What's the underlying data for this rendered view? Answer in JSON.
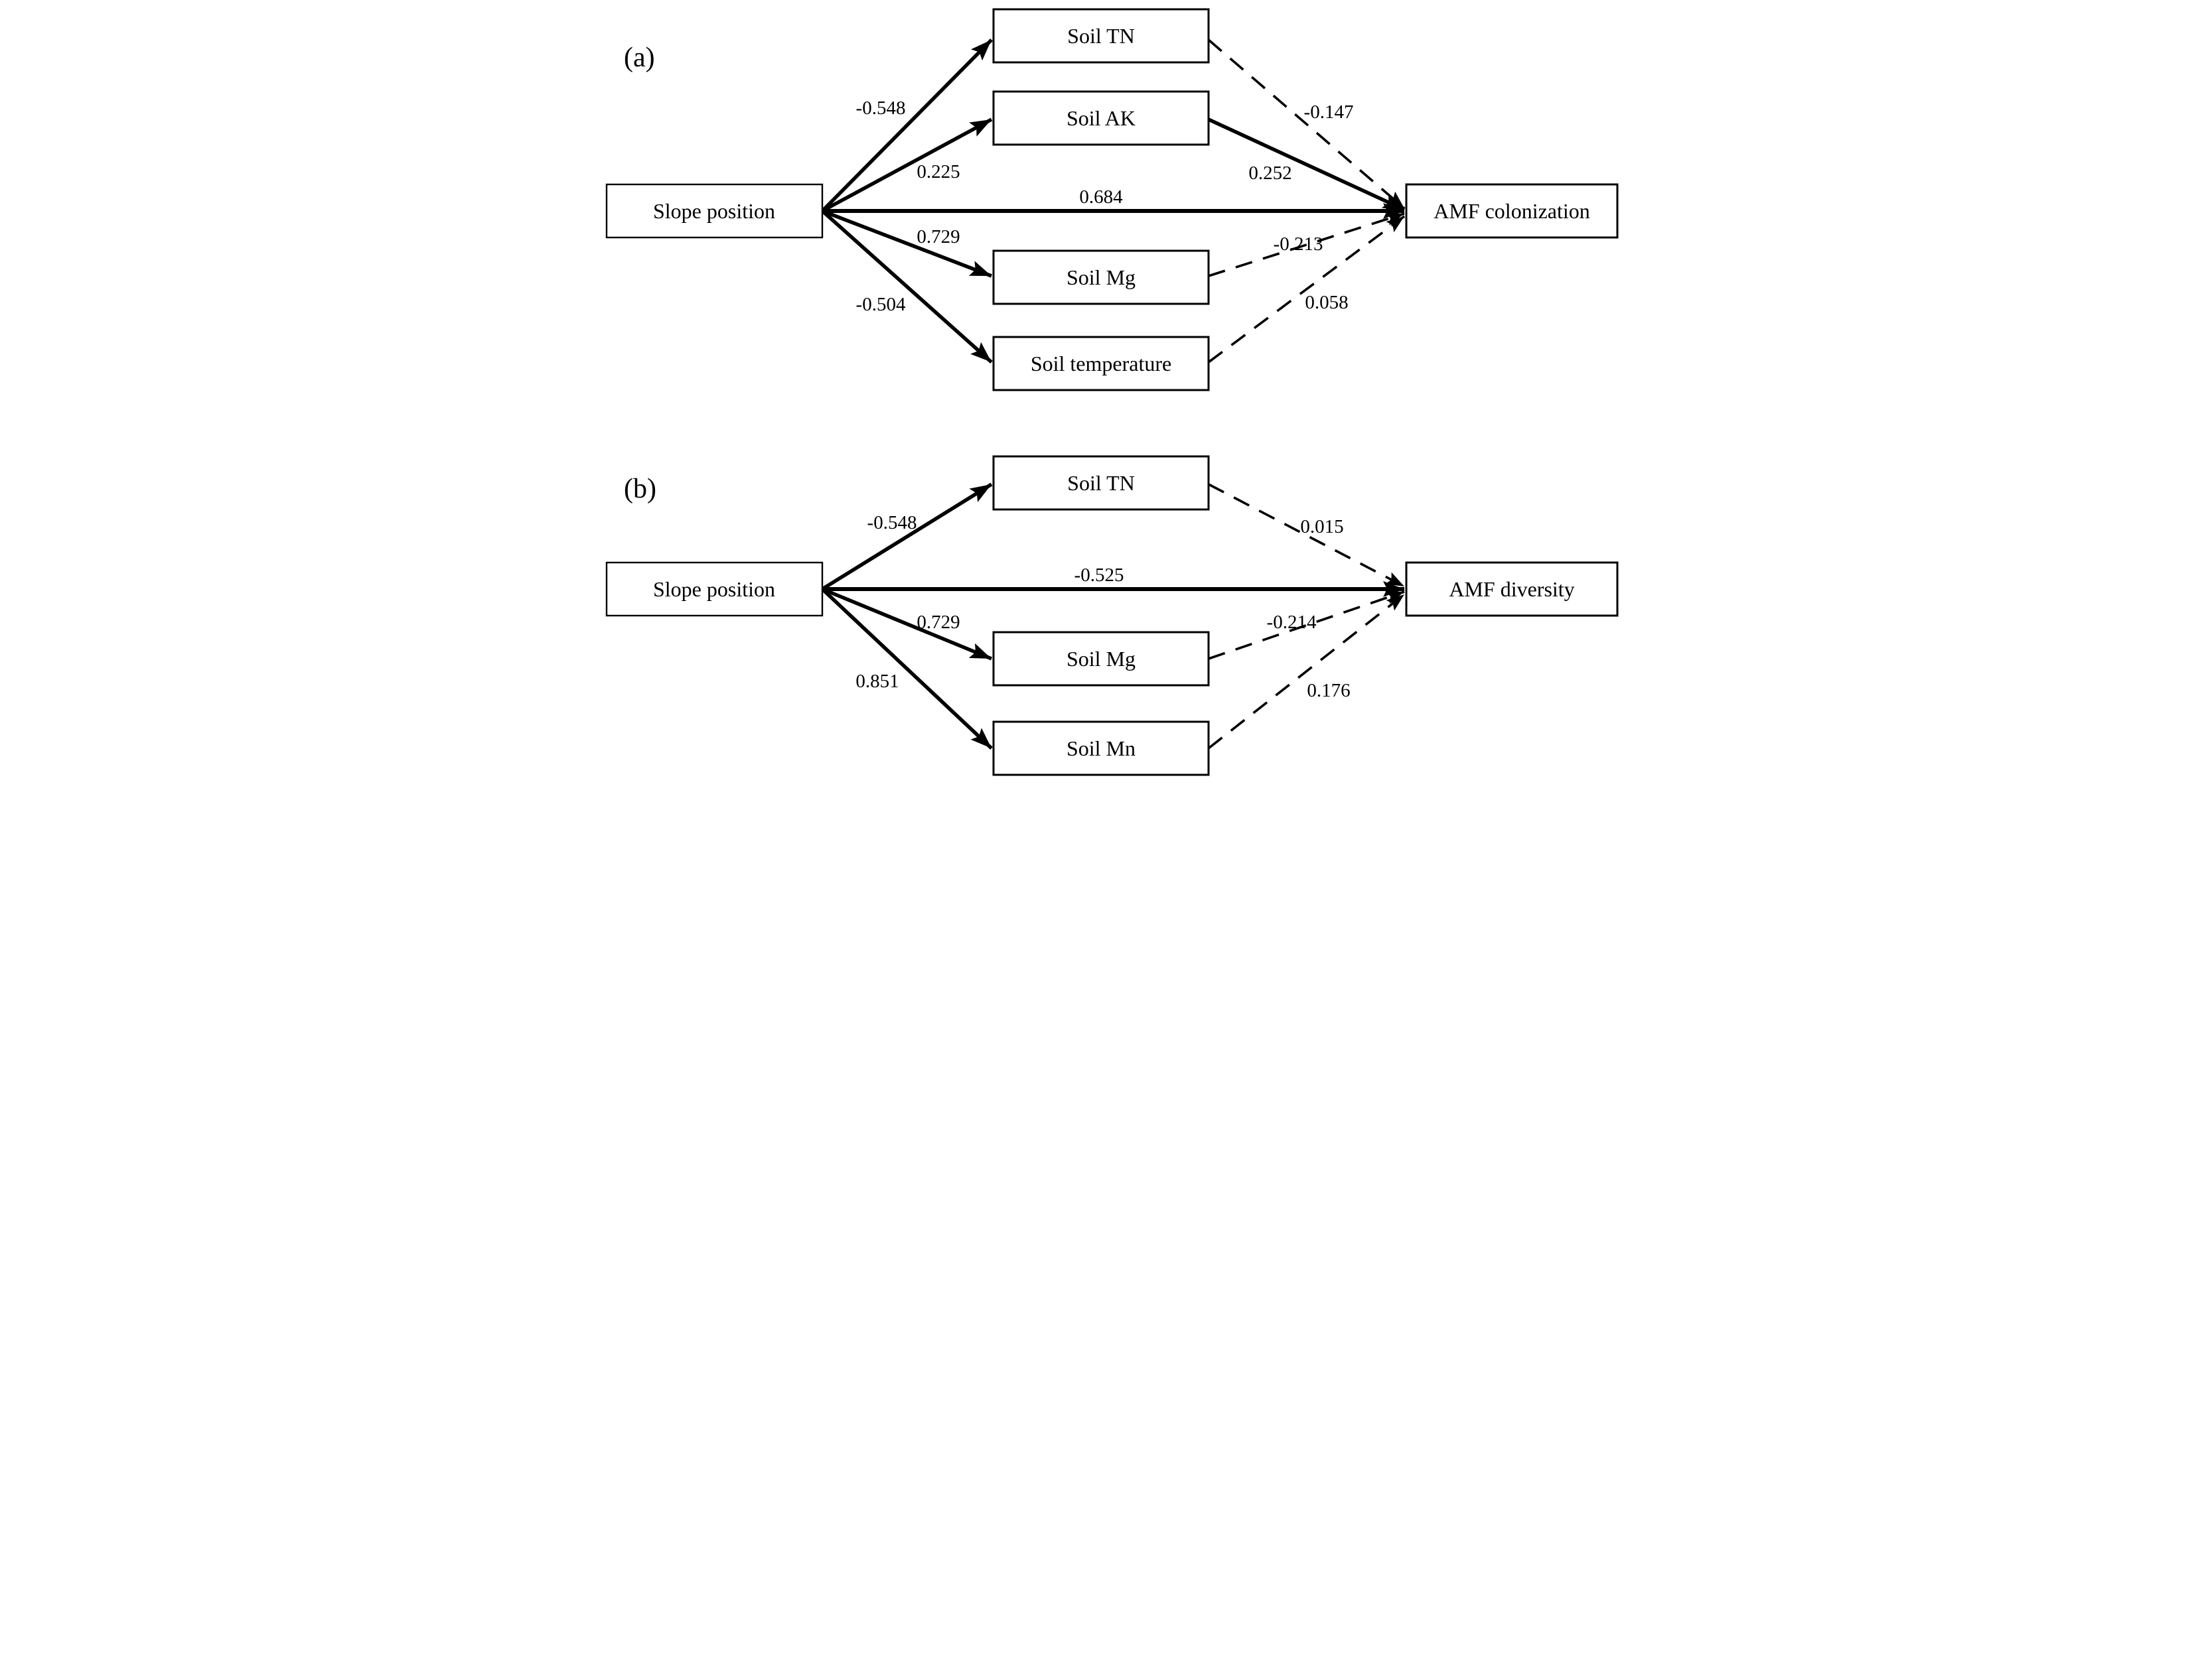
{
  "figure": {
    "background": "#ffffff",
    "line_color": "#000000"
  },
  "panel_a": {
    "label": "(a)",
    "nodes": {
      "source": "Slope position",
      "m1": "Soil TN",
      "m2": "Soil AK",
      "m3": "Soil Mg",
      "m4": "Soil temperature",
      "outcome": "AMF colonization"
    },
    "coefs": {
      "source_m1": "-0.548",
      "source_m2": "0.225",
      "source_outcome": "0.684",
      "source_m3": "0.729",
      "source_m4": "-0.504",
      "m1_outcome": "-0.147",
      "m2_outcome": "0.252",
      "m3_outcome": "-0.213",
      "m4_outcome": "0.058"
    },
    "edge_styles": {
      "source_m1": "solid",
      "source_m2": "solid",
      "source_outcome": "solid",
      "source_m3": "solid",
      "source_m4": "solid",
      "m1_outcome": "dashed",
      "m2_outcome": "solid",
      "m3_outcome": "dashed",
      "m4_outcome": "dashed"
    }
  },
  "panel_b": {
    "label": "(b)",
    "nodes": {
      "source": "Slope position",
      "m1": "Soil TN",
      "m2": "Soil Mg",
      "m3": "Soil Mn",
      "outcome": "AMF diversity"
    },
    "coefs": {
      "source_m1": "-0.548",
      "source_outcome": "-0.525",
      "source_m2": "0.729",
      "source_m3": "0.851",
      "m1_outcome": "0.015",
      "m2_outcome": "-0.214",
      "m3_outcome": "0.176"
    },
    "edge_styles": {
      "source_m1": "solid",
      "source_outcome": "solid",
      "source_m2": "solid",
      "source_m3": "solid",
      "m1_outcome": "dashed",
      "m2_outcome": "dashed",
      "m3_outcome": "dashed"
    }
  }
}
